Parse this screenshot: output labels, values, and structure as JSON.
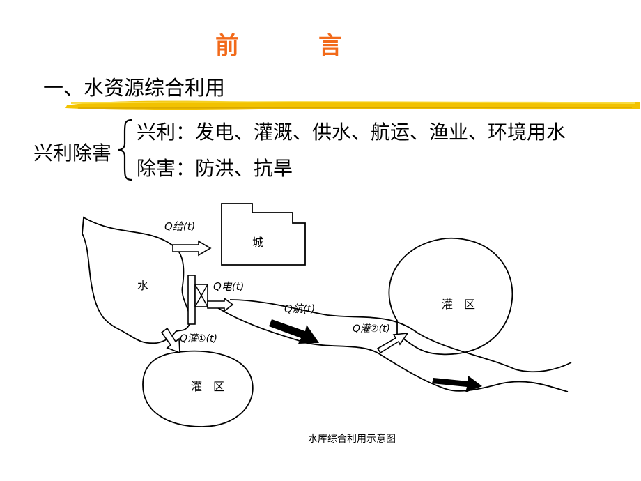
{
  "slide": {
    "title": "前　言",
    "section_heading": "一、水资源综合利用",
    "benefit_label": "兴利除害",
    "benefits": [
      "兴利：发电、灌溉、供水、航运、渔业、环境用水",
      "除害：防洪、抗旱"
    ]
  },
  "diagram": {
    "caption": "水库综合利用示意图",
    "city_label": "城",
    "reservoir_label": "水",
    "irrigation_label_left": "灌　区",
    "irrigation_label_right": "灌　区",
    "flow_supply": "Q给(t)",
    "flow_power": "Q电(t)",
    "flow_navigation": "Q航(t)",
    "flow_irrigation_1": "Q灌①(t)",
    "flow_irrigation_2": "Q灌②(t)"
  },
  "colors": {
    "title": "#f26a1a",
    "brush": "#f2c200"
  }
}
